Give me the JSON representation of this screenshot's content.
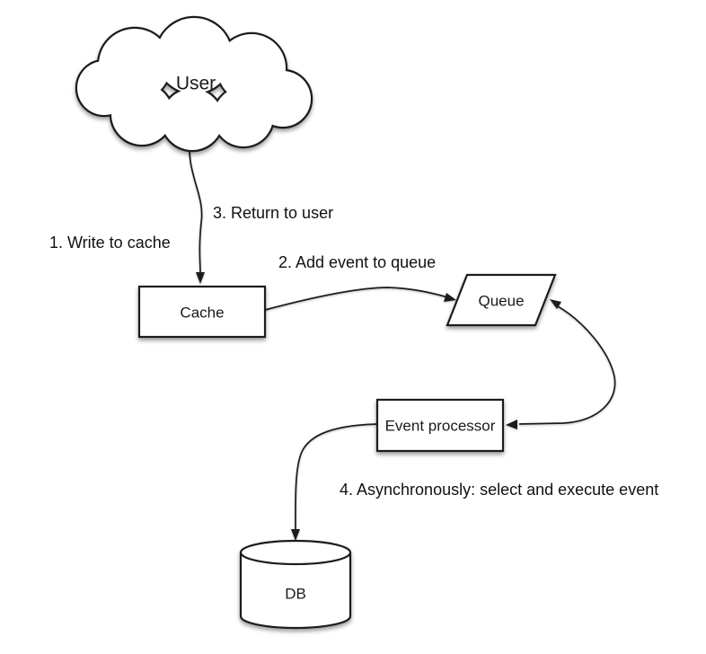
{
  "diagram": {
    "type": "flowchart",
    "background": "#ffffff",
    "colors": {
      "stroke": "#1c1c1c",
      "shape_fill": "#ffffff",
      "text": "#1a1a1a"
    },
    "nodes": [
      {
        "id": "user",
        "label": "User",
        "shape": "cloud"
      },
      {
        "id": "cache",
        "label": "Cache",
        "shape": "rectangle"
      },
      {
        "id": "queue",
        "label": "Queue",
        "shape": "parallelogram"
      },
      {
        "id": "event-processor",
        "label": "Event processor",
        "shape": "rectangle"
      },
      {
        "id": "db",
        "label": "DB",
        "shape": "cylinder"
      }
    ],
    "edges": [
      {
        "from": "user",
        "to": "cache",
        "style": "curved",
        "bidirectional": false
      },
      {
        "from": "cache",
        "to": "queue",
        "style": "curved",
        "bidirectional": false
      },
      {
        "from": "queue",
        "to": "event-processor",
        "style": "curved",
        "bidirectional": true
      },
      {
        "from": "event-processor",
        "to": "db",
        "style": "curved",
        "bidirectional": false
      }
    ],
    "annotations": [
      {
        "id": "step-1",
        "text": "1. Write to cache"
      },
      {
        "id": "step-2",
        "text": "2. Add event to queue"
      },
      {
        "id": "step-3",
        "text": "3. Return to user"
      },
      {
        "id": "step-4",
        "text": "4. Asynchronously: select and execute event"
      }
    ]
  }
}
